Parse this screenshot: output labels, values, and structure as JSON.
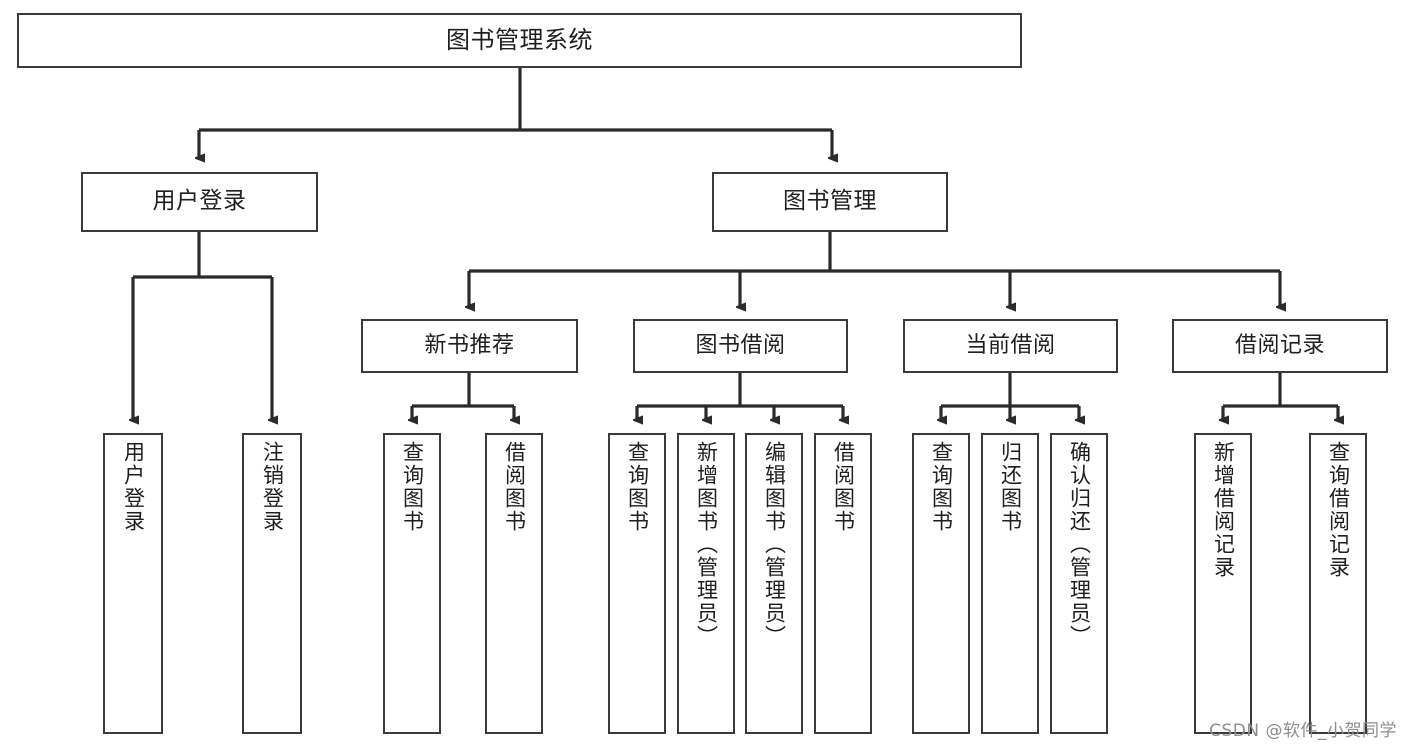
{
  "diagram": {
    "title": "图书管理系统",
    "type": "tree-hierarchy-chart",
    "watermark": "CSDN @软件_小贺同学",
    "colors": {
      "box_border": "#3a3a3a",
      "box_fill": "#ffffff",
      "connector": "#2b2b2b",
      "text": "#1f1f1f",
      "watermark": "#8e8e8e",
      "background": "#ffffff"
    }
  },
  "root": {
    "label": "图书管理系统"
  },
  "level1": [
    {
      "id": "user-login",
      "label": "用户登录"
    },
    {
      "id": "book-management",
      "label": "图书管理"
    }
  ],
  "level2": [
    {
      "id": "new-book-recommend",
      "label": "新书推荐",
      "parent": "book-management"
    },
    {
      "id": "book-borrow",
      "label": "图书借阅",
      "parent": "book-management"
    },
    {
      "id": "current-borrow",
      "label": "当前借阅",
      "parent": "book-management"
    },
    {
      "id": "borrow-record",
      "label": "借阅记录",
      "parent": "book-management"
    }
  ],
  "leaves": [
    {
      "id": "leaf-user-login",
      "label": "用户登录",
      "parent": "user-login"
    },
    {
      "id": "leaf-logout-login",
      "label": "注销登录",
      "parent": "user-login"
    },
    {
      "id": "leaf-query-book-1",
      "label": "查询图书",
      "parent": "new-book-recommend"
    },
    {
      "id": "leaf-borrow-book-1",
      "label": "借阅图书",
      "parent": "new-book-recommend"
    },
    {
      "id": "leaf-query-book-2",
      "label": "查询图书",
      "parent": "book-borrow"
    },
    {
      "id": "leaf-add-book",
      "label": "新增图书（管理员）",
      "parent": "book-borrow"
    },
    {
      "id": "leaf-edit-book",
      "label": "编辑图书（管理员）",
      "parent": "book-borrow"
    },
    {
      "id": "leaf-borrow-book-2",
      "label": "借阅图书",
      "parent": "book-borrow"
    },
    {
      "id": "leaf-query-book-3",
      "label": "查询图书",
      "parent": "current-borrow"
    },
    {
      "id": "leaf-return-book",
      "label": "归还图书",
      "parent": "current-borrow"
    },
    {
      "id": "leaf-confirm-return",
      "label": "确认归还（管理员）",
      "parent": "current-borrow"
    },
    {
      "id": "leaf-add-record",
      "label": "新增借阅记录",
      "parent": "borrow-record"
    },
    {
      "id": "leaf-query-record",
      "label": "查询借阅记录",
      "parent": "borrow-record"
    }
  ]
}
